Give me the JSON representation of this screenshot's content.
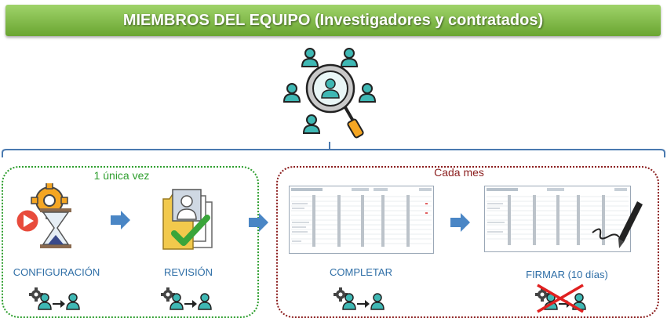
{
  "title": "MIEMBROS DEL EQUIPO (Investigadores y contratados)",
  "panels": {
    "left_label": "1 única vez",
    "right_label": "Cada mes"
  },
  "steps": [
    {
      "label": "CONFIGURACIÓN"
    },
    {
      "label": "REVISIÓN"
    },
    {
      "label": "COMPLETAR"
    },
    {
      "label": "FIRMAR (10 días)"
    }
  ],
  "colors": {
    "banner": "#7cb342",
    "left_border": "#2e9e2e",
    "right_border": "#8b1e1e",
    "bracket": "#4a7ab0",
    "arrow": "#4a86c5",
    "label": "#2e6ea6",
    "teal": "#3fb8b4"
  },
  "icons": [
    "search-people-icon",
    "gear-hourglass-icon",
    "document-check-icon",
    "spreadsheet-thumbnail-icon",
    "pen-signature-icon",
    "delegate-icon",
    "red-cross-icon",
    "right-arrow-icon"
  ]
}
